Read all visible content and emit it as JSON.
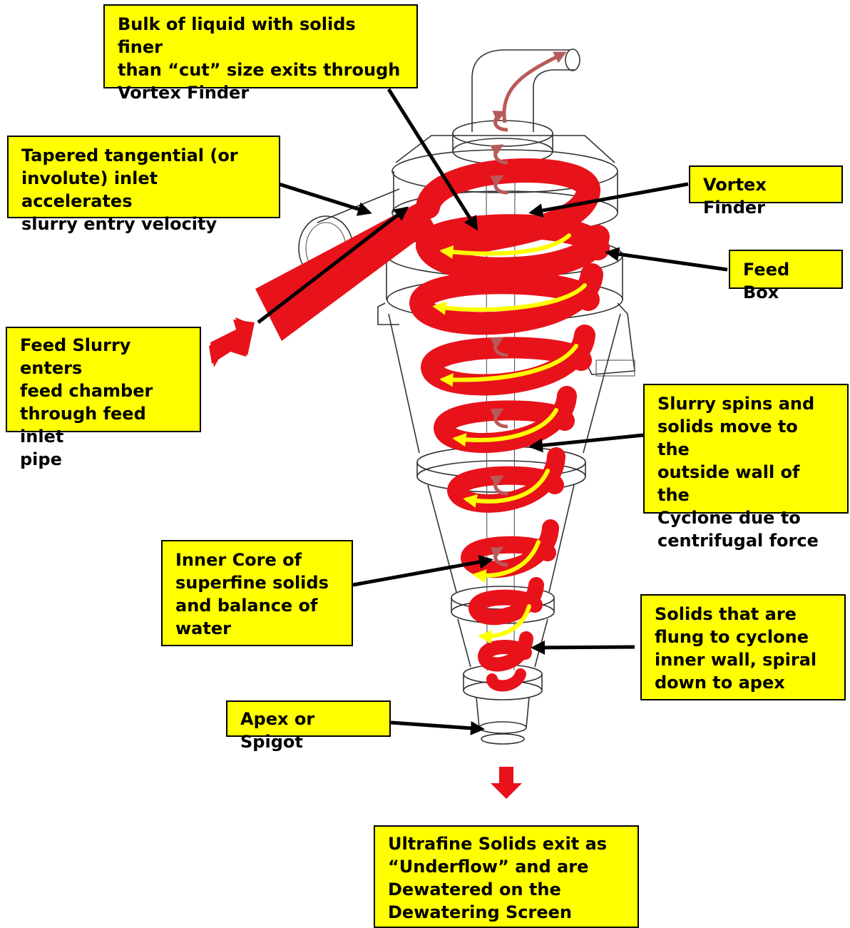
{
  "callouts": {
    "overflow": "Bulk of liquid with solids finer\nthan “cut” size exits through\nVortex Finder",
    "inlet": "Tapered tangential (or\ninvolute) inlet accelerates\nslurry entry velocity",
    "vortex_finder": "Vortex Finder",
    "feed_box": "Feed Box",
    "feed_slurry": "Feed Slurry enters\nfeed chamber\nthrough feed inlet\npipe",
    "slurry_spins": "Slurry spins and\nsolids move to the\noutside wall of the\nCyclone due to\ncentrifugal force",
    "inner_core": "Inner Core of\nsuperfine solids\nand balance of\nwater",
    "solids_flung": "Solids that are\nflung to cyclone\ninner wall, spiral\ndown to apex",
    "apex": "Apex or Spigot",
    "underflow": "Ultrafine Solids exit as\n“Underflow” and are\nDewatered on the\nDewatering Screen"
  },
  "colors": {
    "callout_fill": "#ffff00",
    "flow_red": "#e8121b",
    "flow_yellow": "#ffff00",
    "core_arrow": "#b85a5a",
    "outline": "#333333"
  }
}
